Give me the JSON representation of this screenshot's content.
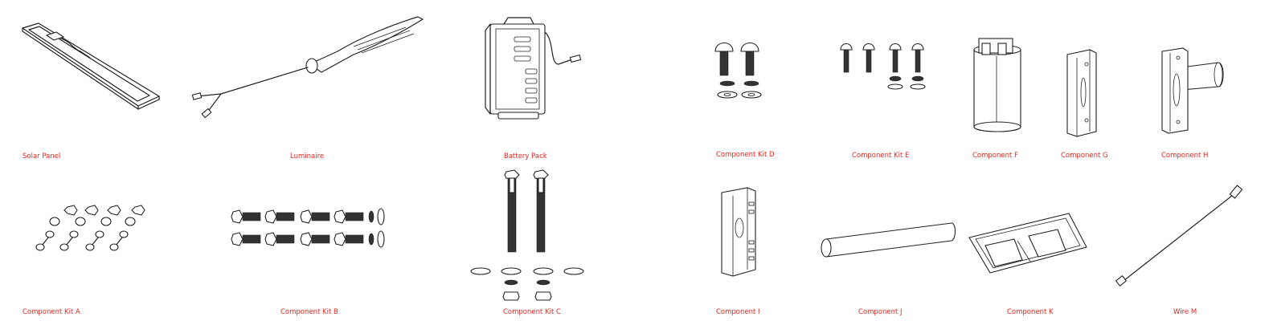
{
  "components": [
    {
      "key": "solar_panel",
      "label": "Solar Panel"
    },
    {
      "key": "luminaire",
      "label": "Luminaire"
    },
    {
      "key": "battery_pack",
      "label": "Battery Pack"
    },
    {
      "key": "kit_d",
      "label": "Component Kit D"
    },
    {
      "key": "kit_e",
      "label": "Component Kit E"
    },
    {
      "key": "comp_f",
      "label": "Component F"
    },
    {
      "key": "comp_g",
      "label": "Component G"
    },
    {
      "key": "comp_h",
      "label": "Component H"
    },
    {
      "key": "kit_a",
      "label": "Component Kit A"
    },
    {
      "key": "kit_b",
      "label": "Component Kit B"
    },
    {
      "key": "kit_c",
      "label": "Component Kit C"
    },
    {
      "key": "comp_i",
      "label": "Component I"
    },
    {
      "key": "comp_j",
      "label": "Component J"
    },
    {
      "key": "comp_k",
      "label": "Component K"
    },
    {
      "key": "wire_m",
      "label": "Wire M"
    }
  ],
  "colors": {
    "label": "#e2261d",
    "line": "#222222",
    "background": "#ffffff"
  }
}
